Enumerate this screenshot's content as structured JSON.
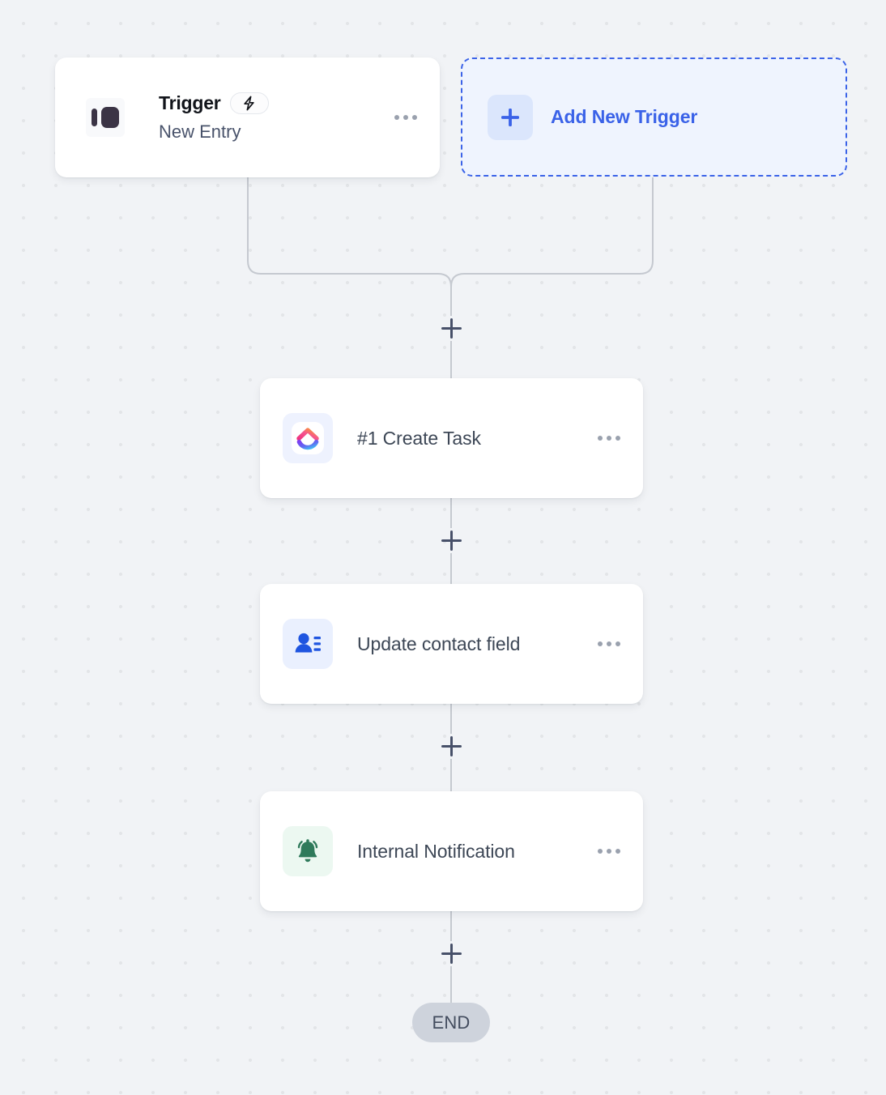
{
  "canvas": {
    "background_color": "#f1f3f6",
    "dot_color": "#e3e5e8"
  },
  "trigger": {
    "icon": "paperform-logo-icon",
    "title": "Trigger",
    "badge_icon": "lightning-bolt-icon",
    "subtitle": "New Entry",
    "menu_icon": "ellipsis-icon"
  },
  "add_trigger": {
    "icon": "plus-icon",
    "label": "Add New Trigger",
    "accent_color": "#3a62e8",
    "border_color": "#3b63e8",
    "fill_color": "#eff4fe"
  },
  "steps": [
    {
      "icon": "clickup-logo-icon",
      "label": "#1 Create Task",
      "icon_bg": "#eef2fe",
      "menu_icon": "ellipsis-icon"
    },
    {
      "icon": "contact-card-icon",
      "label": "Update contact field",
      "icon_bg": "#eaf0fe",
      "icon_color": "#1f55e0",
      "menu_icon": "ellipsis-icon"
    },
    {
      "icon": "bell-ringing-icon",
      "label": "Internal Notification",
      "icon_bg": "#ecf8f1",
      "icon_color": "#2f7a5b",
      "menu_icon": "ellipsis-icon"
    }
  ],
  "connectors": {
    "add_step_icon": "plus-icon",
    "line_color": "#c5c9d0"
  },
  "end": {
    "label": "END",
    "background_color": "#ced3dc"
  }
}
